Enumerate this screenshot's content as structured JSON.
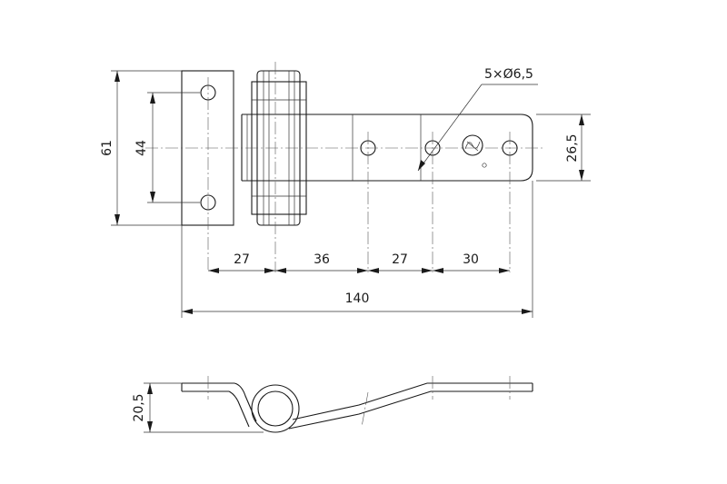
{
  "dimensions": {
    "overall_height": "61",
    "hole_spacing_vertical": "44",
    "strap_width": "26,5",
    "hole_callout": "5×Ø6,5",
    "spacing_1": "27",
    "spacing_2": "36",
    "spacing_3": "27",
    "spacing_4": "30",
    "overall_length": "140",
    "side_height": "20,5"
  },
  "colors": {
    "line": "#1a1a1a",
    "background": "#ffffff"
  }
}
